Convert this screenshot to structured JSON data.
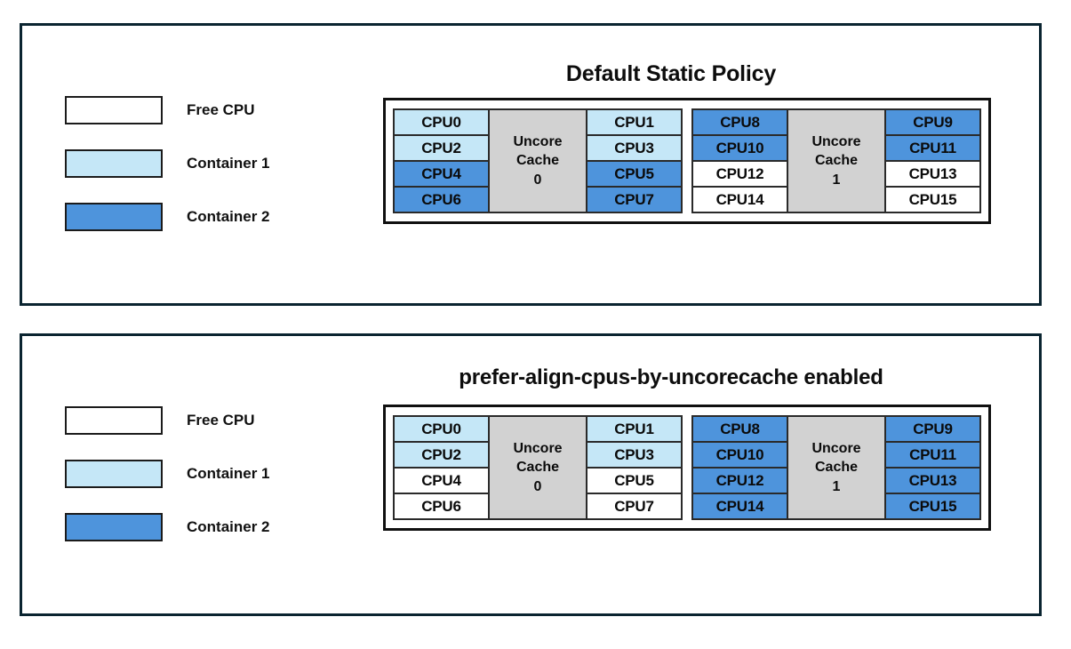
{
  "colors": {
    "free": "#ffffff",
    "container1": "#c5e7f7",
    "container2": "#4e94dc",
    "cache": "#d2d2d2",
    "panel_border": "#0a2430",
    "cell_border": "#2a2a2a"
  },
  "legend": {
    "items": [
      {
        "label": "Free CPU",
        "fill": "#ffffff"
      },
      {
        "label": "Container 1",
        "fill": "#c5e7f7"
      },
      {
        "label": "Container 2",
        "fill": "#4e94dc"
      }
    ]
  },
  "panels": [
    {
      "title": "Default Static Policy",
      "groups": [
        {
          "cache_label_line1": "Uncore",
          "cache_label_line2": "Cache",
          "cache_label_line3": "0",
          "left_column": [
            {
              "label": "CPU0",
              "fill": "#c5e7f7",
              "owner": "Container 1"
            },
            {
              "label": "CPU2",
              "fill": "#c5e7f7",
              "owner": "Container 1"
            },
            {
              "label": "CPU4",
              "fill": "#4e94dc",
              "owner": "Container 2"
            },
            {
              "label": "CPU6",
              "fill": "#4e94dc",
              "owner": "Container 2"
            }
          ],
          "right_column": [
            {
              "label": "CPU1",
              "fill": "#c5e7f7",
              "owner": "Container 1"
            },
            {
              "label": "CPU3",
              "fill": "#c5e7f7",
              "owner": "Container 1"
            },
            {
              "label": "CPU5",
              "fill": "#4e94dc",
              "owner": "Container 2"
            },
            {
              "label": "CPU7",
              "fill": "#4e94dc",
              "owner": "Container 2"
            }
          ]
        },
        {
          "cache_label_line1": "Uncore",
          "cache_label_line2": "Cache",
          "cache_label_line3": "1",
          "left_column": [
            {
              "label": "CPU8",
              "fill": "#4e94dc",
              "owner": "Container 2"
            },
            {
              "label": "CPU10",
              "fill": "#4e94dc",
              "owner": "Container 2"
            },
            {
              "label": "CPU12",
              "fill": "#ffffff",
              "owner": "Free CPU"
            },
            {
              "label": "CPU14",
              "fill": "#ffffff",
              "owner": "Free CPU"
            }
          ],
          "right_column": [
            {
              "label": "CPU9",
              "fill": "#4e94dc",
              "owner": "Container 2"
            },
            {
              "label": "CPU11",
              "fill": "#4e94dc",
              "owner": "Container 2"
            },
            {
              "label": "CPU13",
              "fill": "#ffffff",
              "owner": "Free CPU"
            },
            {
              "label": "CPU15",
              "fill": "#ffffff",
              "owner": "Free CPU"
            }
          ]
        }
      ]
    },
    {
      "title": "prefer-align-cpus-by-uncorecache enabled",
      "groups": [
        {
          "cache_label_line1": "Uncore",
          "cache_label_line2": "Cache",
          "cache_label_line3": "0",
          "left_column": [
            {
              "label": "CPU0",
              "fill": "#c5e7f7",
              "owner": "Container 1"
            },
            {
              "label": "CPU2",
              "fill": "#c5e7f7",
              "owner": "Container 1"
            },
            {
              "label": "CPU4",
              "fill": "#ffffff",
              "owner": "Free CPU"
            },
            {
              "label": "CPU6",
              "fill": "#ffffff",
              "owner": "Free CPU"
            }
          ],
          "right_column": [
            {
              "label": "CPU1",
              "fill": "#c5e7f7",
              "owner": "Container 1"
            },
            {
              "label": "CPU3",
              "fill": "#c5e7f7",
              "owner": "Container 1"
            },
            {
              "label": "CPU5",
              "fill": "#ffffff",
              "owner": "Free CPU"
            },
            {
              "label": "CPU7",
              "fill": "#ffffff",
              "owner": "Free CPU"
            }
          ]
        },
        {
          "cache_label_line1": "Uncore",
          "cache_label_line2": "Cache",
          "cache_label_line3": "1",
          "left_column": [
            {
              "label": "CPU8",
              "fill": "#4e94dc",
              "owner": "Container 2"
            },
            {
              "label": "CPU10",
              "fill": "#4e94dc",
              "owner": "Container 2"
            },
            {
              "label": "CPU12",
              "fill": "#4e94dc",
              "owner": "Container 2"
            },
            {
              "label": "CPU14",
              "fill": "#4e94dc",
              "owner": "Container 2"
            }
          ],
          "right_column": [
            {
              "label": "CPU9",
              "fill": "#4e94dc",
              "owner": "Container 2"
            },
            {
              "label": "CPU11",
              "fill": "#4e94dc",
              "owner": "Container 2"
            },
            {
              "label": "CPU13",
              "fill": "#4e94dc",
              "owner": "Container 2"
            },
            {
              "label": "CPU15",
              "fill": "#4e94dc",
              "owner": "Container 2"
            }
          ]
        }
      ]
    }
  ]
}
